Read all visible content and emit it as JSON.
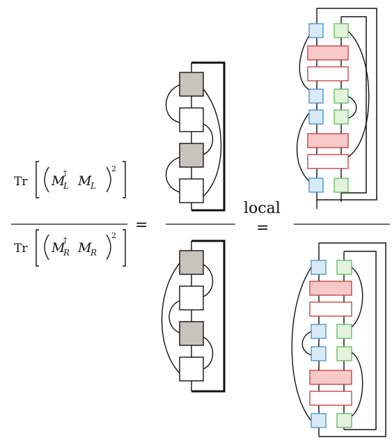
{
  "equation": {
    "tr_label": "Tr",
    "dagger": "†",
    "square": "2",
    "numerator": {
      "operator": "M",
      "sub_left": "L",
      "sub_right": "L"
    },
    "denominator": {
      "operator": "M",
      "sub_left": "R",
      "sub_right": "R"
    },
    "eq1": "=",
    "eq2": "=",
    "local_label": "local"
  },
  "colors": {
    "gray_tensor": "#c7c4bd",
    "white_tensor": "#ffffff",
    "blue_node_fill": "#d9eaf7",
    "blue_node_stroke": "#3d8fcf",
    "green_node_fill": "#e3f4dd",
    "green_node_stroke": "#5cb85c",
    "red_gate_fill": "#f7c9c9",
    "red_gate_stroke": "#c0393b",
    "red_gate_empty_fill": "#ffffff"
  }
}
